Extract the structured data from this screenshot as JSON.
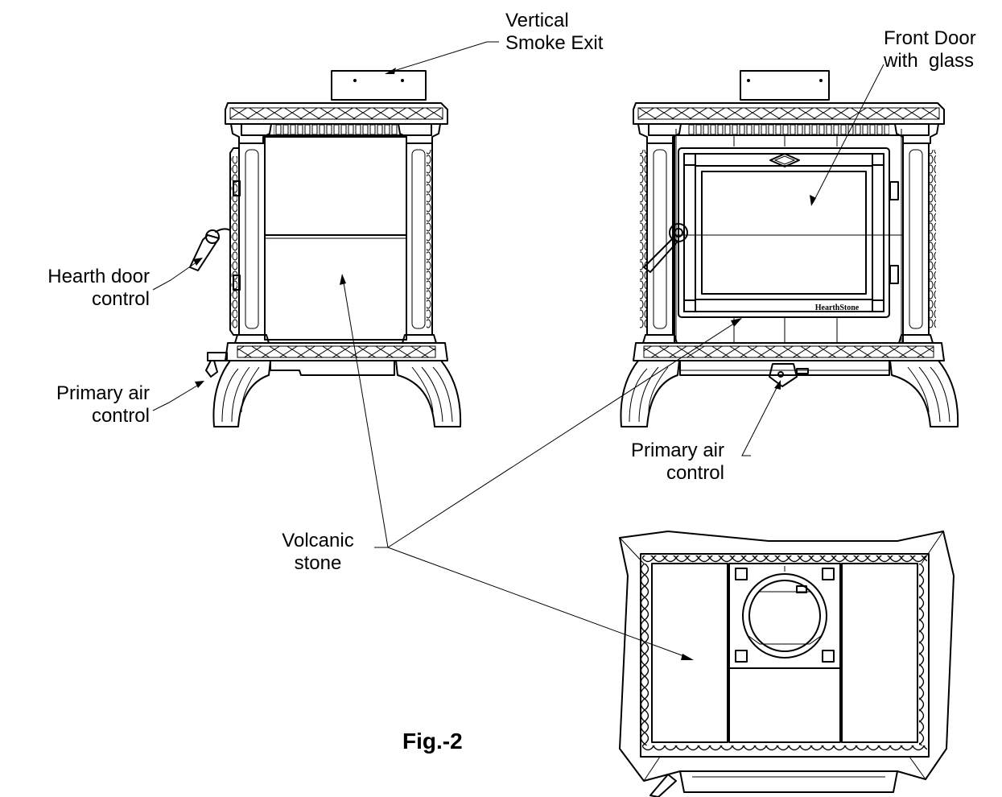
{
  "labels": {
    "vertical_smoke_exit": "Vertical\nSmoke Exit",
    "front_door_with_glass": "Front Door\nwith  glass",
    "hearth_door_control": "Hearth door\ncontrol",
    "primary_air_control_left": "Primary air\ncontrol",
    "primary_air_control_right": "Primary air\ncontrol",
    "volcanic_stone": "Volcanic\nstone",
    "figure": "Fig.-2",
    "brand": "HearthStone"
  }
}
